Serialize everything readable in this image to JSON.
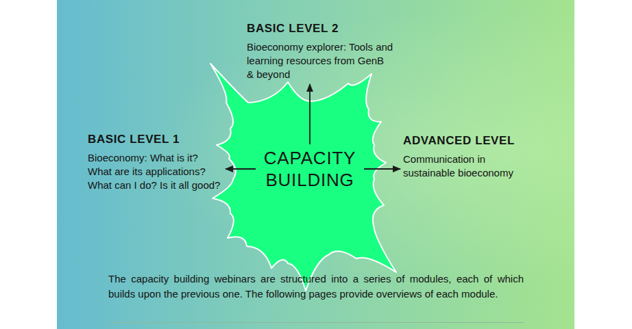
{
  "diagram": {
    "nodes": [
      {
        "text": [
          "BASIC LEVEL 2",
          "Bioeconomy explorer: Tools and learning resources from GenB & beyond"
        ]
      },
      {
        "text": [
          "BASIC LEVEL 1",
          "Bioeconomy: What is it? What are its applications? What can I do? Is it all good?"
        ]
      },
      {
        "text": [
          "CAPACITY BUILDING"
        ]
      },
      {
        "text": [
          "ADVANCED LEVEL",
          "Communication in sustainable bioeconomy"
        ]
      }
    ],
    "edges": [
      {
        "from": 2,
        "to": 0,
        "arrow": "to"
      },
      {
        "from": 2,
        "to": 1,
        "arrow": "to"
      },
      {
        "from": 2,
        "to": 3,
        "arrow": "to"
      }
    ],
    "labels": [
      "The capacity building webinars are structured into a series of modules, each of which builds upon the previous one. The following pages provide overviews of each module."
    ]
  }
}
